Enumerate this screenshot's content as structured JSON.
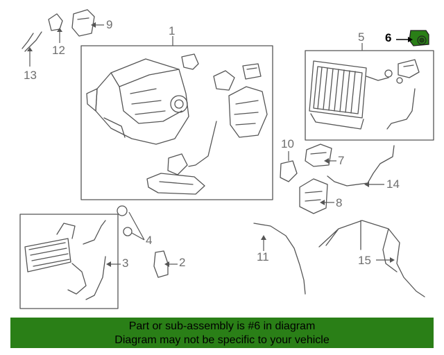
{
  "callouts": {
    "c1": "1",
    "c2": "2",
    "c3": "3",
    "c4": "4",
    "c5": "5",
    "c6": "6",
    "c7": "7",
    "c8": "8",
    "c9": "9",
    "c10": "10",
    "c11": "11",
    "c12": "12",
    "c13": "13",
    "c14": "14",
    "c15": "15"
  },
  "banner": {
    "line1": "Part or sub-assembly is #6 in diagram",
    "line2": "Diagram may not be specific to your vehicle"
  },
  "colors": {
    "banner": "#2a7f17",
    "highlight_part": "#2a7f17",
    "line_art": "#555555"
  }
}
